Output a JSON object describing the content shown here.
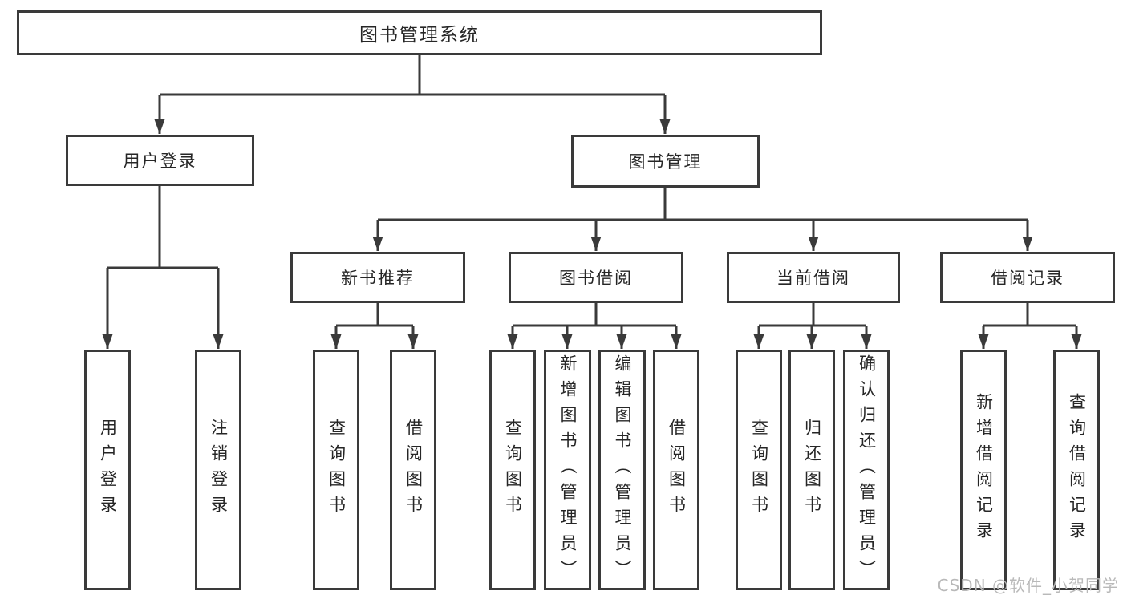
{
  "diagram": {
    "colors": {
      "line": "#3a3a3a",
      "text": "#262626",
      "background": "#ffffff",
      "watermark": "#b9b9b9"
    },
    "watermark": "CSDN @软件_小贺同学",
    "tree": {
      "label": "图书管理系统",
      "children": [
        {
          "label": "用户登录",
          "children": [
            {
              "label": "用户登录"
            },
            {
              "label": "注销登录"
            }
          ]
        },
        {
          "label": "图书管理",
          "children": [
            {
              "label": "新书推荐",
              "children": [
                {
                  "label": "查询图书"
                },
                {
                  "label": "借阅图书"
                }
              ]
            },
            {
              "label": "图书借阅",
              "children": [
                {
                  "label": "查询图书"
                },
                {
                  "label": "新增图书（管理员）"
                },
                {
                  "label": "编辑图书（管理员）"
                },
                {
                  "label": "借阅图书"
                }
              ]
            },
            {
              "label": "当前借阅",
              "children": [
                {
                  "label": "查询图书"
                },
                {
                  "label": "归还图书"
                },
                {
                  "label": "确认归还（管理员）"
                }
              ]
            },
            {
              "label": "借阅记录",
              "children": [
                {
                  "label": "新增借阅记录"
                },
                {
                  "label": "查询借阅记录"
                }
              ]
            }
          ]
        }
      ]
    }
  }
}
